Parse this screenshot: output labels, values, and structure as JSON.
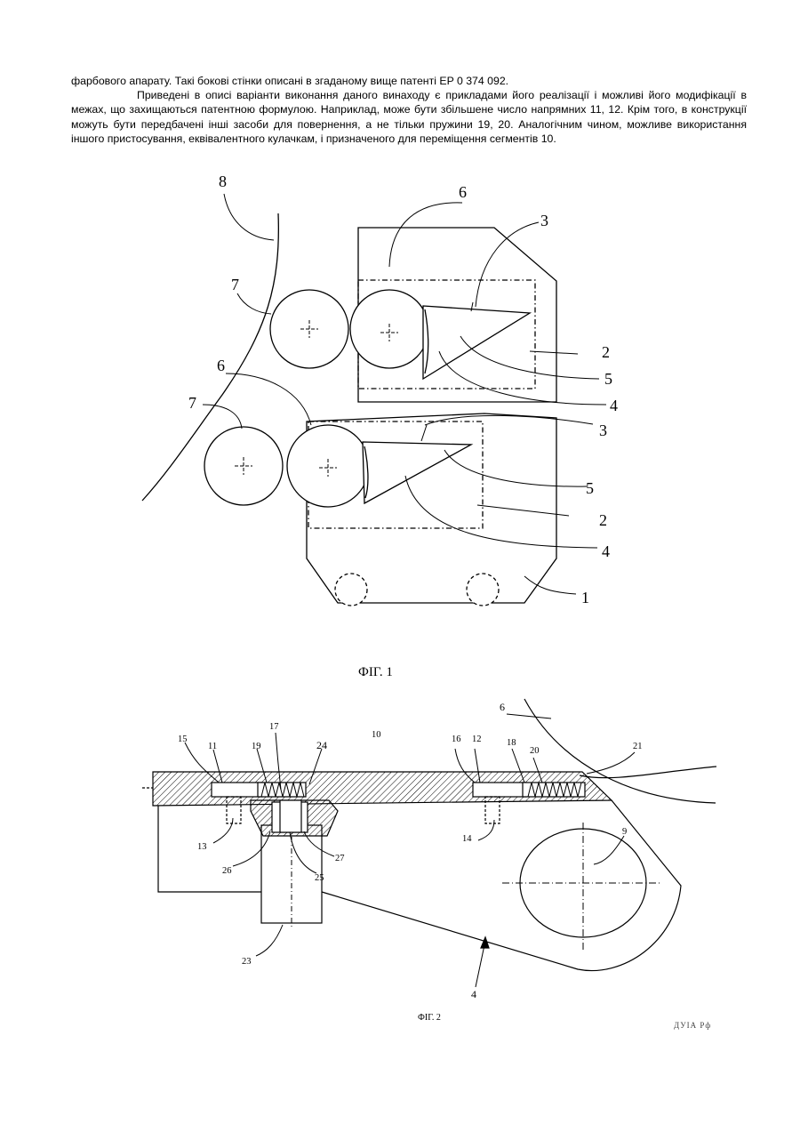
{
  "text": {
    "line1": "фарбового апарату. Такі бокові стінки описані в згаданому вище патенті EP 0 374 092.",
    "para2": "Приведені в описі варіанти виконання даного винаходу є прикладами його реалізації і можливі його модифікації в межах, що захищаються патентною формулою. Наприклад, може бути збільшене число напрямних 11, 12. Крім того, в конструкції можуть бути передбачені інші засоби для повернення, а не тільки пружини 19, 20. Аналогічним чином, можливе використання іншого пристосування, еквівалентного кулачкам, і призначеного для переміщення сегментів 10."
  },
  "fig1": {
    "caption": "ФІГ. 1",
    "labels": {
      "l8": "8",
      "l6a": "6",
      "l3a": "3",
      "l7a": "7",
      "l2a": "2",
      "l5a": "5",
      "l4a": "4",
      "l6b": "6",
      "l7b": "7",
      "l3b": "3",
      "l5b": "5",
      "l2b": "2",
      "l4b": "4",
      "l1": "1"
    }
  },
  "fig2": {
    "caption": "ФІГ. 2",
    "labels": {
      "l6": "6",
      "l17": "17",
      "l15": "15",
      "l11": "11",
      "l19": "19",
      "l24": "24",
      "l10": "10",
      "l16": "16",
      "l12": "12",
      "l18": "18",
      "l20": "20",
      "l21": "21",
      "l13": "13",
      "l14": "14",
      "l9": "9",
      "l26": "26",
      "l27": "27",
      "l25": "25",
      "l23": "23",
      "l4": "4"
    }
  },
  "footer": "ДУІА Рф"
}
